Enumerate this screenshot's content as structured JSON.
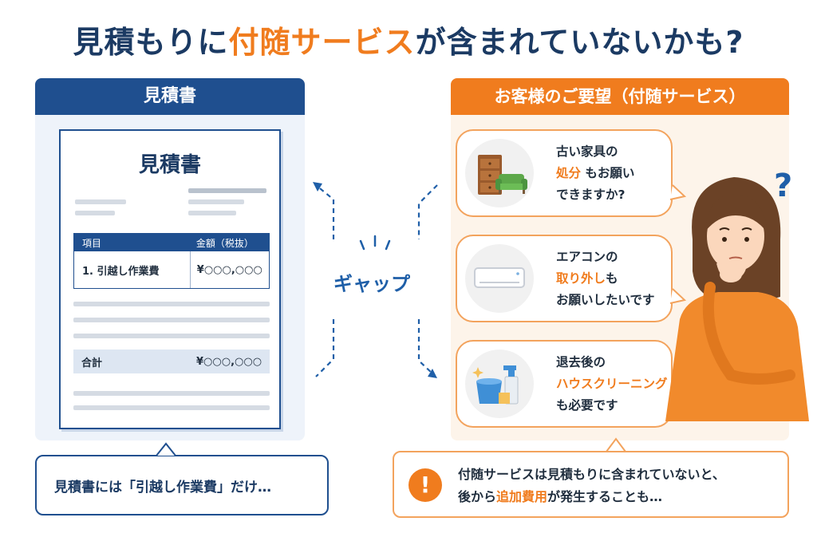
{
  "title": {
    "part1": "見積もりに",
    "highlight": "付随サービス",
    "part2": "が含まれていないかも?"
  },
  "left": {
    "header": "見積書",
    "doc_title": "見積書",
    "table": {
      "col_item": "項目",
      "col_amount": "金額（税抜）",
      "row_item": "1.  引越し作業費",
      "row_amount": "¥○○○,○○○"
    },
    "total_label": "合計",
    "total_amount": "¥○○○,○○○",
    "callout": "見積書には「引越し作業費」だけ…"
  },
  "middle": {
    "gap_label": "ギャップ"
  },
  "right": {
    "header": "お客様のご要望（付随サービス）",
    "bubble1": {
      "line1": "古い家具の",
      "line2_hl": "処分",
      "line2_rest": "もお願い",
      "line3": "できますか?"
    },
    "bubble2": {
      "line1": "エアコンの",
      "line2_hl": "取り外し",
      "line2_rest": "も",
      "line3": "お願いしたいです"
    },
    "bubble3": {
      "line1": "退去後の",
      "line2_hl": "ハウスクリーニング",
      "line3": "も必要です"
    },
    "question_mark": "?",
    "callout": {
      "line1": "付随サービスは見積もりに含まれていないと、",
      "line2_pre": "後から",
      "line2_hl": "追加費用",
      "line2_post": "が発生することも…"
    },
    "warn_symbol": "!"
  },
  "colors": {
    "navy": "#1f4f8f",
    "orange": "#f07c1e",
    "light_blue_bg": "#eef3fa",
    "light_orange_bg": "#fdf4ea"
  }
}
